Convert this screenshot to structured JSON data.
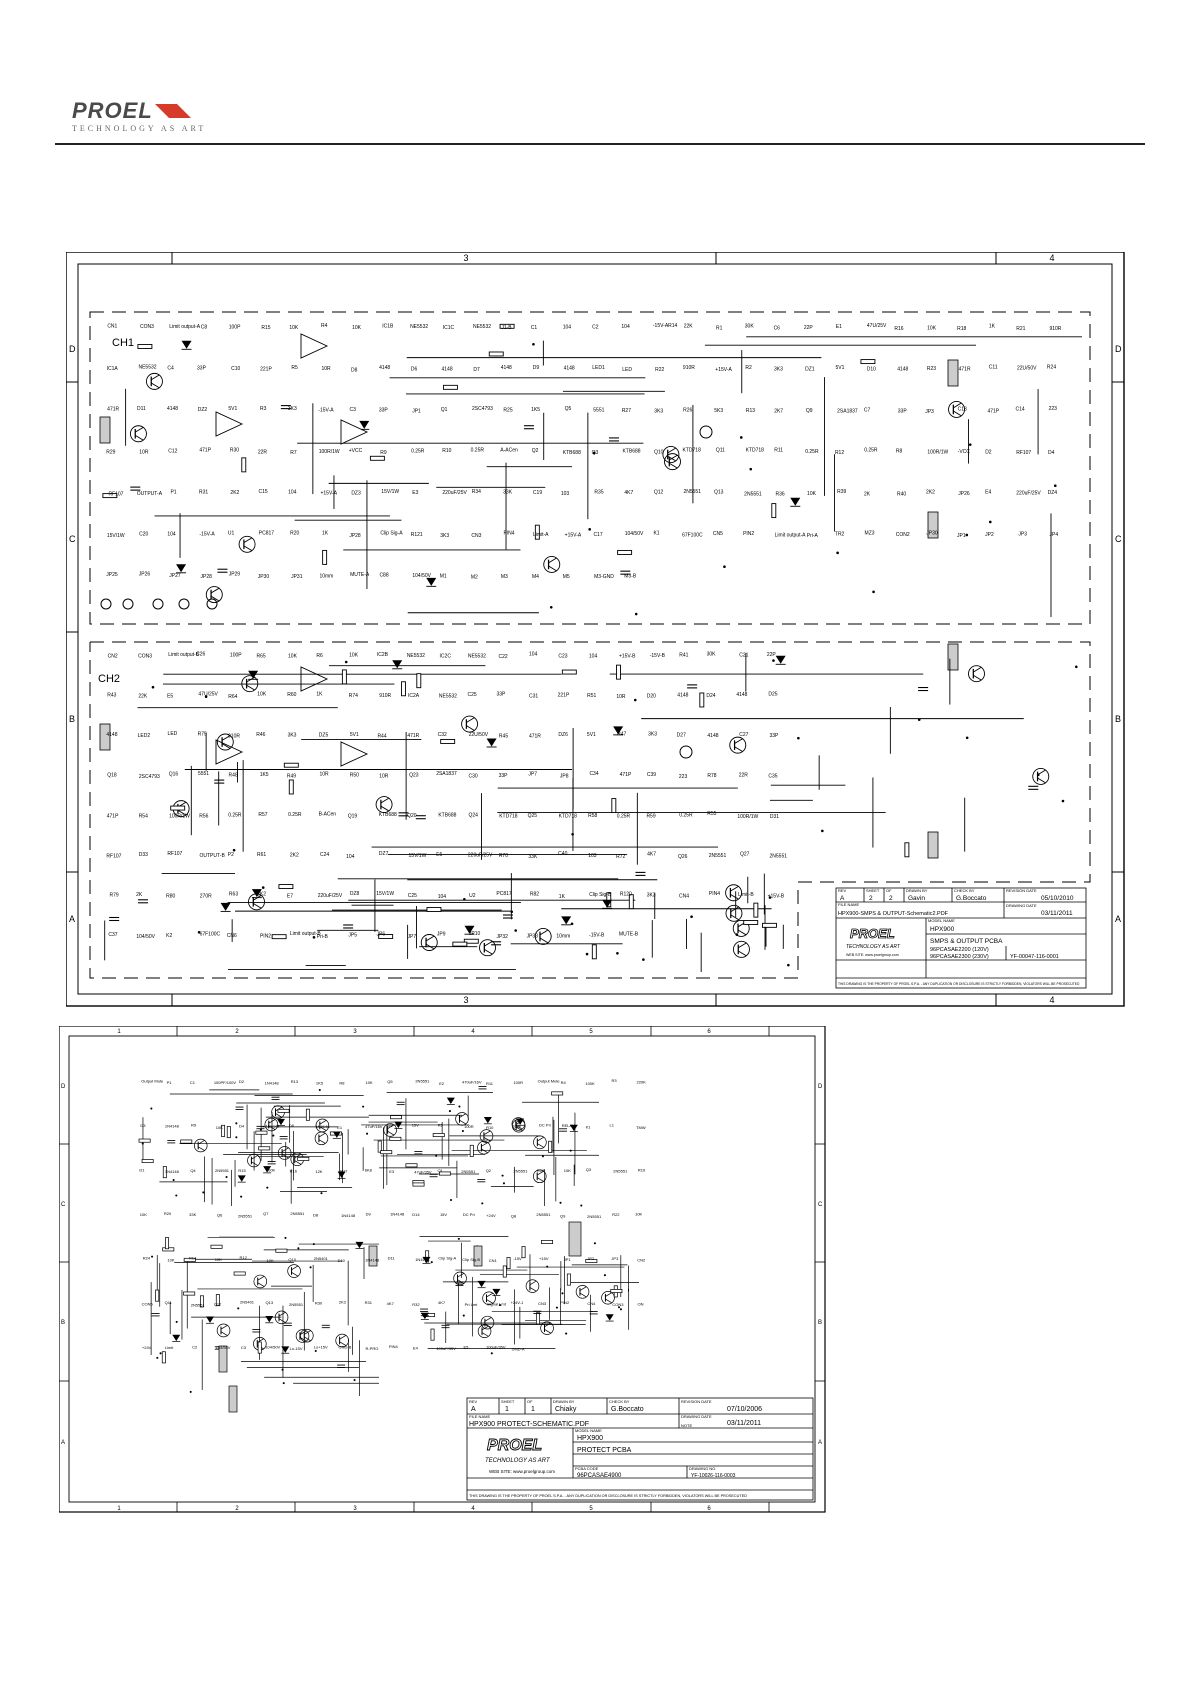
{
  "header": {
    "brand": "PROEL",
    "tagline": "TECHNOLOGY AS ART",
    "accent_color": "#d63a2a"
  },
  "sheet1": {
    "grid_top": [
      "3",
      "4"
    ],
    "grid_bottom": [
      "3",
      "4"
    ],
    "grid_left": [
      "D",
      "C",
      "B",
      "A"
    ],
    "grid_right": [
      "D",
      "C",
      "B",
      "A"
    ],
    "ch1": {
      "title": "CH1",
      "labels": [
        "CN1",
        "CON3",
        "Limit output-A",
        "C8",
        "100P",
        "R15",
        "10K",
        "R4",
        "10K",
        "IC1B",
        "NE5532",
        "IC1C",
        "NE5532",
        "J1-B",
        "C1",
        "104",
        "C2",
        "104",
        "-15V-AR14",
        "22K",
        "R1",
        "30K",
        "C6",
        "22P",
        "E1",
        "47U/25V",
        "R16",
        "10K",
        "R18",
        "1K",
        "R21",
        "910R",
        "IC1A",
        "NE5532",
        "C4",
        "33P",
        "C10",
        "221P",
        "R5",
        "10R",
        "D8",
        "4148",
        "D6",
        "4148",
        "D7",
        "4148",
        "D9",
        "4148",
        "LED1",
        "LED",
        "R22",
        "910R",
        "+15V-A",
        "R2",
        "3K3",
        "DZ1",
        "5V1",
        "D10",
        "4148",
        "R23",
        "471R",
        "C11",
        "22U/50V",
        "R24",
        "471R",
        "D11",
        "4148",
        "DZ2",
        "5V1",
        "R3",
        "3K3",
        "-15V-A",
        "C3",
        "33P",
        "JP1",
        "Q1",
        "2SC4793",
        "R25",
        "1K5",
        "Q5",
        "5551",
        "R27",
        "3K3",
        "R26",
        "5K3",
        "R13",
        "2K7",
        "Q9",
        "2SA1837",
        "C7",
        "33P",
        "JP3",
        "C13",
        "471P",
        "C14",
        "223",
        "R29",
        "10R",
        "C12",
        "471P",
        "R30",
        "22R",
        "R7",
        "100R/1W",
        "+VCC",
        "R9",
        "0.25R",
        "R10",
        "0.25R",
        "A-ACen",
        "Q2",
        "KTB688",
        "Q3",
        "KTB688",
        "Q10",
        "KTD718",
        "Q11",
        "KTD718",
        "R11",
        "0.25R",
        "R12",
        "0.25R",
        "R8",
        "100R/1W",
        "-VCC",
        "D2",
        "RF107",
        "D4",
        "RF107",
        "OUTPUT-A",
        "P1",
        "R31",
        "2K2",
        "C15",
        "104",
        "+15V-A",
        "DZ3",
        "15V/1W",
        "E3",
        "220uF/25V",
        "R34",
        "33K",
        "C19",
        "103",
        "R35",
        "4K7",
        "Q12",
        "2N5551",
        "Q13",
        "2N5551",
        "R36",
        "10K",
        "R39",
        "2K",
        "R40",
        "2K2",
        "JP26",
        "E4",
        "220uF/25V",
        "DZ4",
        "15V/1W",
        "C20",
        "104",
        "-15V-A",
        "U1",
        "PC817",
        "R20",
        "1K",
        "JP28",
        "Clip Sig-A",
        "R121",
        "3K3",
        "CN3",
        "PIN4",
        "Limit-A",
        "+15V-A",
        "C17",
        "104/50V",
        "K1",
        "67F100C",
        "CN5",
        "PIN2",
        "Limit output-A",
        "Pri-A",
        "TR2",
        "MZ3",
        "CON2",
        "JP30",
        "JP1",
        "JP2",
        "JP3",
        "JP4",
        "JP25",
        "JP26",
        "JP27",
        "JP28",
        "JP29",
        "JP30",
        "JP31",
        "10mm",
        "MUTE-A",
        "C88",
        "104/50V",
        "M1",
        "M2",
        "M3",
        "M4",
        "M5",
        "M3-GND",
        "M3-B"
      ]
    },
    "ch2": {
      "title": "CH2",
      "labels": [
        "CN2",
        "CON3",
        "Limit output-B",
        "C26",
        "100P",
        "R65",
        "10K",
        "R6",
        "10K",
        "IC2B",
        "NE5532",
        "IC2C",
        "NE5532",
        "C22",
        "104",
        "C23",
        "104",
        "+15V-B",
        "-15V-B",
        "R41",
        "30K",
        "C21",
        "22P",
        "R43",
        "22K",
        "E5",
        "47U/25V",
        "R64",
        "10K",
        "R60",
        "1K",
        "R74",
        "910R",
        "IC2A",
        "NE5532",
        "C25",
        "33P",
        "C31",
        "221P",
        "R51",
        "10R",
        "D20",
        "4148",
        "D24",
        "4148",
        "D25",
        "4148",
        "LED2",
        "LED",
        "R75",
        "910R",
        "R46",
        "3K3",
        "DZ5",
        "5V1",
        "R44",
        "471R",
        "C32",
        "22U/50V",
        "R45",
        "471R",
        "DZ6",
        "5V1",
        "R47",
        "3K3",
        "D27",
        "4148",
        "C27",
        "33P",
        "Q18",
        "2SC4793",
        "Q16",
        "5551",
        "R48",
        "1K5",
        "R49",
        "10R",
        "R50",
        "10R",
        "Q23",
        "2SA1837",
        "C30",
        "33P",
        "JP7",
        "JP8",
        "C34",
        "471P",
        "C39",
        "223",
        "R78",
        "22R",
        "C35",
        "471P",
        "R54",
        "100R/1W",
        "R56",
        "0.25R",
        "R57",
        "0.25R",
        "B-ACen",
        "Q19",
        "KTB688",
        "Q20",
        "KTB688",
        "Q24",
        "KTD718",
        "Q25",
        "KTD718",
        "R58",
        "0.25R",
        "R59",
        "0.25R",
        "R55",
        "100R/1W",
        "D31",
        "RF107",
        "D33",
        "RF107",
        "OUTPUT-B",
        "P2",
        "R61",
        "2K2",
        "C24",
        "104",
        "DZ7",
        "15V/1W",
        "E6",
        "220uF/25V",
        "R70",
        "33K",
        "C40",
        "103",
        "R72",
        "4K7",
        "Q26",
        "2N5551",
        "Q27",
        "2N5551",
        "R79",
        "2K",
        "R80",
        "270R",
        "R63",
        "2K2",
        "E7",
        "220uF/25V",
        "DZ8",
        "15V/1W",
        "C25",
        "104",
        "U2",
        "PC817",
        "R82",
        "1K",
        "Clip Sig-B",
        "R120",
        "3K3",
        "CN4",
        "PIN4",
        "Limit-B",
        "+15V-B",
        "C37",
        "104/50V",
        "K2",
        "67F100C",
        "CN6",
        "PIN2",
        "Limit output-B",
        "Pri-B",
        "JP5",
        "JP6",
        "JP7",
        "JP9",
        "JP10",
        "JP32",
        "JP33",
        "10mm",
        "-15V-B",
        "MUTE-B"
      ]
    },
    "titleblock": {
      "rev_label": "REV",
      "rev": "A",
      "sheet_label": "SHEET",
      "sheet": "2",
      "of_label": "OF",
      "of": "2",
      "drawn_label": "DRAWN BY",
      "drawn": "Gavin",
      "checked_label": "CHECK BY",
      "checked": "G.Boccato",
      "rev_date_label": "REVISION DATE",
      "rev_date": "05/10/2010",
      "draw_date_label": "DRAWING DATE",
      "draw_date": "03/11/2011",
      "file_label": "FILE NAME",
      "file": "HPX900-SMPS & OUTPUT-Schematic2.PDF",
      "model_label": "MODEL NAME",
      "model": "HPX900",
      "part1": "SMPS & OUTPUT PCBA",
      "code1": "96PCASAE2200 (120V)",
      "code2": "96PCASAE2300 (230V)",
      "drawing_no": "YF-00047-116-0001",
      "website": "WEB SITE: www.proelgroup.com",
      "notice": "THIS DRAWING IS THE PROPERTY OF PROEL S.P.A. - ANY DUPLICATION OR DISCLOSURE IS STRICTLY FORBIDDEN, VIOLATORS WILL BE PROSECUTED"
    }
  },
  "sheet2": {
    "grid_top": [
      "1",
      "2",
      "3",
      "4",
      "5",
      "6"
    ],
    "grid_bottom": [
      "1",
      "2",
      "3",
      "4",
      "5",
      "6"
    ],
    "grid_left": [
      "D",
      "C",
      "B",
      "A"
    ],
    "grid_right": [
      "D",
      "C",
      "B",
      "A"
    ],
    "labels": [
      "Output Mute",
      "P1",
      "C1",
      "100PF/100V",
      "D2",
      "1N4148",
      "R13",
      "1K5",
      "R8",
      "10K",
      "Q5",
      "2N5551",
      "E2",
      "470uF/16V",
      "R11",
      "100R",
      "Output Mute",
      "R4",
      "100K",
      "R3",
      "220K",
      "D3",
      "1N4148",
      "R9",
      "10K",
      "D4",
      "1N4148",
      "D6",
      "1N4148",
      "E1",
      "47uF/16V",
      "D5",
      "15V",
      "R5",
      "100R",
      "R10",
      "100K",
      "DC Pri",
      "RELAY",
      "K1",
      "L1",
      "TMW",
      "D1",
      "1N4148",
      "Q4",
      "2N5551",
      "R15",
      "100K",
      "R16",
      "12K",
      "R17",
      "6K8",
      "E3",
      "47uF/35V",
      "Q1",
      "2N5551",
      "Q2",
      "2N5551",
      "R18",
      "10K",
      "Q3",
      "2N5551",
      "R19",
      "10K",
      "R20",
      "33K",
      "Q6",
      "2N5551",
      "Q7",
      "2N5551",
      "D8",
      "1N4148",
      "D9",
      "1N4148",
      "D14",
      "15V",
      "DC Pri",
      "+24V",
      "Q8",
      "2N5551",
      "Q9",
      "2N5551",
      "R22",
      "10K",
      "R24",
      "10K",
      "R14",
      "10K",
      "R12",
      "10K",
      "Q10",
      "2N5401",
      "D10",
      "1N4148",
      "D11",
      "1N4148",
      "Clip Sig-A",
      "Clip Sig-B",
      "CN1",
      "-15V",
      "+15V",
      "JP1",
      "JP2",
      "JP3",
      "CN2",
      "CON5",
      "Q11",
      "2N5551",
      "Q12",
      "2N5401",
      "Q13",
      "2N5551",
      "R30",
      "2K2",
      "R31",
      "4K7",
      "R32",
      "4K7",
      "Pri Lmt",
      "Signal Lmt",
      "+24V-1",
      "CN3",
      "PIN2",
      "CN4",
      "CON3",
      "ON",
      "+24V",
      "Limit",
      "C2",
      "104/50V",
      "C3",
      "104/50V",
      "Lo-15V",
      "Lo+15V",
      "GND-B",
      "R-PRO",
      "PIN4",
      "E4",
      "100uF/35V",
      "E5",
      "100uF/35V",
      "GND-A"
    ],
    "titleblock": {
      "rev_label": "REV",
      "rev": "A",
      "sheet_label": "SHEET",
      "sheet": "1",
      "of_label": "OF",
      "of": "1",
      "drawn_label": "DRAWN BY",
      "drawn": "Chiaky",
      "checked_label": "CHECK BY",
      "checked": "G.Boccato",
      "rev_date_label": "REVISION DATE",
      "rev_date": "07/10/2006",
      "draw_date_label": "DRAWING DATE",
      "draw_date": "03/11/2011",
      "note_label": "NOTE",
      "file_label": "FILE NAME",
      "file": "HPX900 PROTECT-SCHEMATIC.PDF",
      "model_label": "MODEL NAME",
      "model": "HPX900",
      "part": "PROTECT PCBA",
      "pcba_label": "PCBA CODE",
      "pcba": "96PCASAE4900",
      "drawing_label": "DRAWING NO.",
      "drawing_no": "YF-10026-116-0003",
      "website": "WEB SITE: www.proelgroup.com",
      "notice": "THIS DRAWING IS THE PROPERTY OF PROEL S.P.A. - ANY DUPLICATION OR DISCLOSURE IS STRICTLY FORBIDDEN, VIOLATORS WILL BE PROSECUTED"
    }
  }
}
